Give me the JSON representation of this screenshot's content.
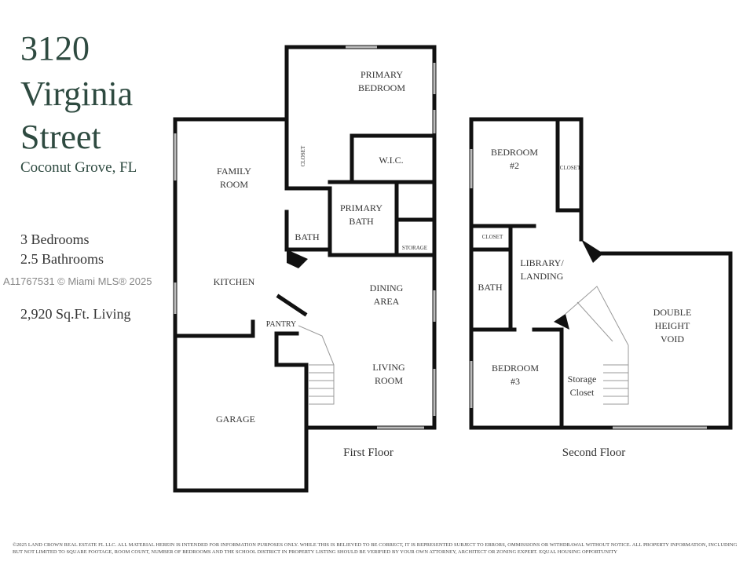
{
  "header": {
    "line1": "3120",
    "line2": "Virginia",
    "line3": "Street",
    "location": "Coconut Grove, FL"
  },
  "details": {
    "bedrooms": "3 Bedrooms",
    "bathrooms": "2.5 Bathrooms",
    "living": "2,920 Sq.Ft. Living"
  },
  "watermark": "A11767531 © Miami MLS® 2025",
  "first_floor": {
    "label": "First Floor",
    "rooms": {
      "primary_bedroom": "PRIMARY\nBEDROOM",
      "wic": "W.I.C.",
      "closet": "CLOSET",
      "family_room": "FAMILY\nROOM",
      "primary_bath": "PRIMARY\nBATH",
      "bath": "BATH",
      "storage": "STORAGE",
      "kitchen": "KITCHEN",
      "dining": "DINING\nAREA",
      "pantry": "PANTRY",
      "living": "LIVING\nROOM",
      "garage": "GARAGE"
    }
  },
  "second_floor": {
    "label": "Second Floor",
    "rooms": {
      "bedroom2": "BEDROOM\n#2",
      "closet_a": "CLOSET",
      "closet_b": "CLOSET",
      "library": "LIBRARY/\nLANDING",
      "bath": "BATH",
      "void": "DOUBLE\nHEIGHT\nVOID",
      "bedroom3": "BEDROOM\n#3",
      "storage_closet": "Storage\nCloset"
    }
  },
  "disclaimer": "©2025 LAND CROWN REAL ESTATE FL LLC. ALL MATERIAL HEREIN IS INTENDED FOR INFORMATION PURPOSES ONLY. WHILE THIS IS BELIEVED TO BE CORRECT, IT IS REPRESENTED SUBJECT TO ERRORS, OMMISSIONS OR WITHDRAWAL WITHOUT NOTICE. ALL PROPERTY INFORMATION, INCLUDING BUT NOT LIMITED TO SQUARE FOOTAGE, ROOM COUNT, NUMBER OF BEDROOMS AND THE SCHOOL DISTRICT IN PROPERTY LISTING SHOULD BE VERIFIED BY YOUR OWN ATTORNEY, ARCHITECT OR ZONING EXPERT. EQUAL HOUSING OPPORTUNITY",
  "colors": {
    "title": "#2e4a40",
    "wall": "#111111"
  }
}
